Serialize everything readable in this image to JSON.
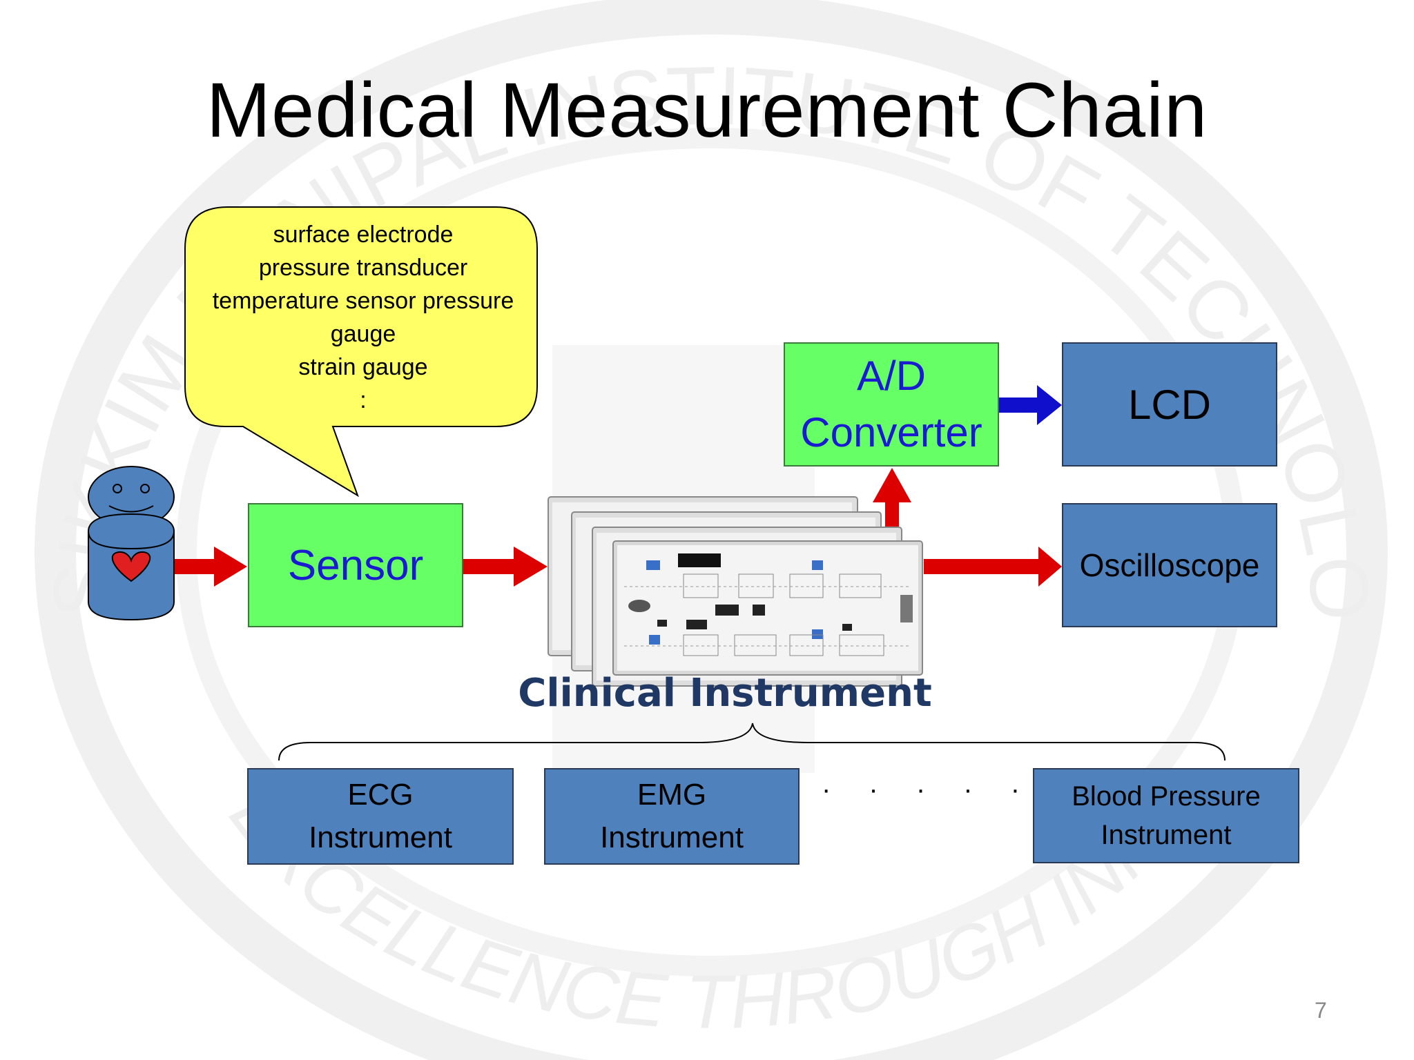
{
  "slide": {
    "title": "Medical Measurement Chain",
    "page_number": "7"
  },
  "watermark": {
    "top_text": "SIKKIM MANIPAL INSTITUTE OF TECHNOLOGY",
    "bottom_text": "EXCELLENCE THROUGH INNOVATION"
  },
  "callout": {
    "lines": [
      "surface electrode",
      "pressure transducer",
      "temperature sensor pressure",
      "gauge",
      "strain gauge",
      ":"
    ]
  },
  "boxes": {
    "sensor": "Sensor",
    "ad_line1": "A/D",
    "ad_line2": "Converter",
    "lcd": "LCD",
    "oscilloscope": "Oscilloscope"
  },
  "clinical_instrument": {
    "label": "Clinical Instrument"
  },
  "instruments": [
    {
      "line1": "ECG",
      "line2": "Instrument"
    },
    {
      "line1": "EMG",
      "line2": "Instrument"
    },
    {
      "line1": "Blood Pressure",
      "line2": "Instrument"
    }
  ],
  "ellipsis": "· · · · · ·",
  "colors": {
    "green_box": "#66ff66",
    "blue_box": "#4f81bd",
    "callout_fill": "#ffff66",
    "red_arrow": "#dd0000",
    "blue_arrow": "#1010cc",
    "patient": "#4f81bd",
    "heart": "#e02020"
  }
}
